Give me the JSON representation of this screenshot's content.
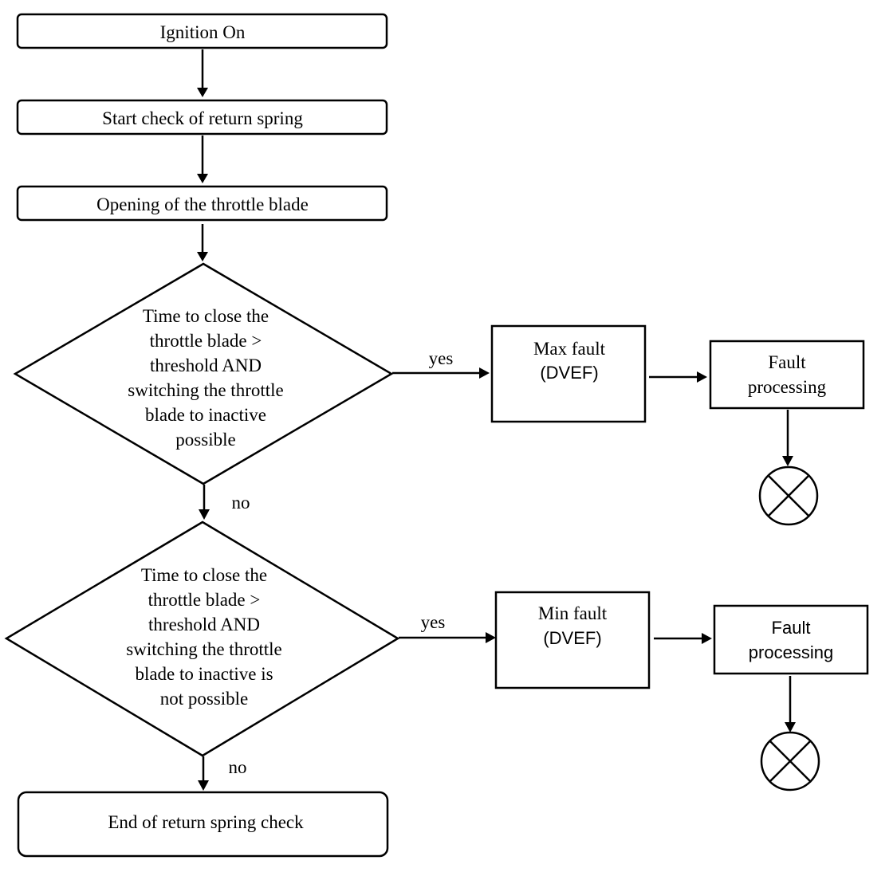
{
  "nodes": {
    "ignition_on": "Ignition On",
    "start_check": "Start check of return spring",
    "opening": "Opening of the throttle blade",
    "decision_max": [
      "Time to close the",
      "throttle blade >",
      "threshold AND",
      "switching the throttle",
      "blade to inactive",
      "possible"
    ],
    "decision_min": [
      "Time to close the",
      "throttle blade >",
      "threshold AND",
      "switching the throttle",
      "blade to inactive is",
      "not possible"
    ],
    "max_fault": [
      "Max fault",
      "(DVEF)"
    ],
    "min_fault": [
      "Min fault",
      "(DVEF)"
    ],
    "fault_processing_1": [
      "Fault",
      "processing"
    ],
    "fault_processing_2": [
      "Fault",
      "processing"
    ],
    "end_check": "End of return spring check"
  },
  "edges": {
    "yes_label_1": "yes",
    "no_label_1": "no",
    "yes_label_2": "yes",
    "no_label_2": "no"
  }
}
